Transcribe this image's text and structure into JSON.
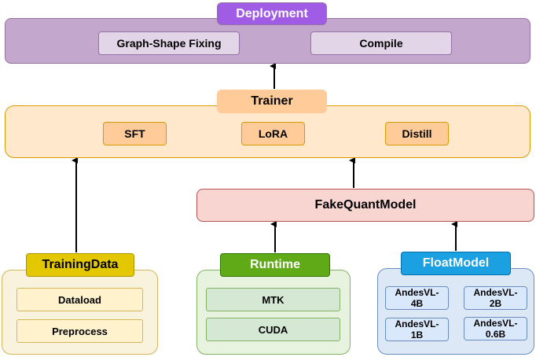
{
  "deployment": {
    "title": "Deployment",
    "items": [
      "Graph-Shape Fixing",
      "Compile"
    ]
  },
  "trainer": {
    "title": "Trainer",
    "items": [
      "SFT",
      "LoRA",
      "Distill"
    ]
  },
  "fake_quant_model": {
    "title": "FakeQuantModel"
  },
  "training_data": {
    "title": "TrainingData",
    "items": [
      "Dataload",
      "Preprocess"
    ]
  },
  "runtime": {
    "title": "Runtime",
    "items": [
      "MTK",
      "CUDA"
    ]
  },
  "float_model": {
    "title": "FloatModel",
    "items": [
      "AndesVL-4B",
      "AndesVL-2B",
      "AndesVL-1B",
      "AndesVL-0.6B"
    ]
  },
  "colors": {
    "deployment_header": "#a15ce6",
    "trainer_header": "#ffcc99",
    "fake_quant_model": "#f8d5d1",
    "training_data_header": "#e3c800",
    "runtime_header": "#60a917",
    "float_model_header": "#1ba1e2"
  }
}
